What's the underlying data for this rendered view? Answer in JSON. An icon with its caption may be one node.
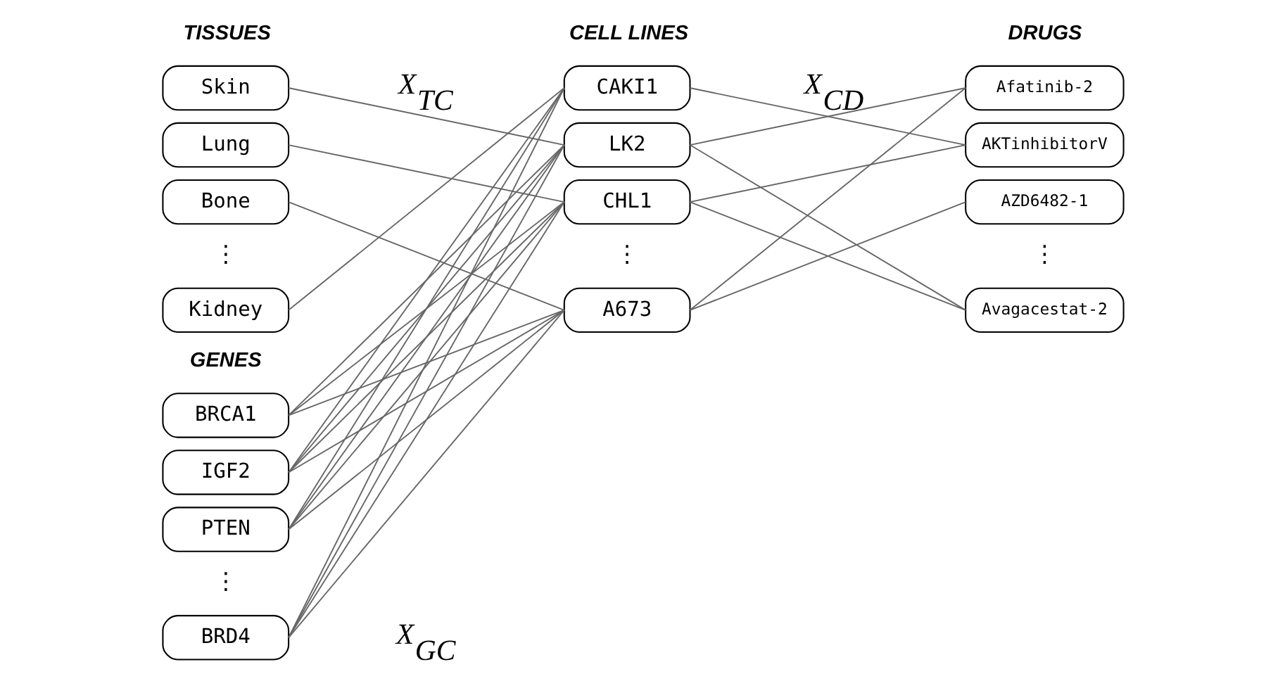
{
  "diagram": {
    "nodes": [
      {
        "text": [
          "Skin"
        ]
      },
      {
        "text": [
          "Lung"
        ]
      },
      {
        "text": [
          "Bone"
        ]
      },
      {
        "text": [
          "Kidney"
        ]
      },
      {
        "text": [
          "BRCA1"
        ]
      },
      {
        "text": [
          "IGF2"
        ]
      },
      {
        "text": [
          "PTEN"
        ]
      },
      {
        "text": [
          "BRD4"
        ]
      },
      {
        "text": [
          "CAKI1"
        ]
      },
      {
        "text": [
          "LK2"
        ]
      },
      {
        "text": [
          "CHL1"
        ]
      },
      {
        "text": [
          "A673"
        ]
      },
      {
        "text": [
          "Afatinib-2"
        ]
      },
      {
        "text": [
          "AKTinhibitorV"
        ]
      },
      {
        "text": [
          "AZD6482-1"
        ]
      },
      {
        "text": [
          "Avagacestat-2"
        ]
      }
    ],
    "edges": [
      {
        "from": 0,
        "to": 9,
        "arrow": "none"
      },
      {
        "from": 1,
        "to": 10,
        "arrow": "none"
      },
      {
        "from": 2,
        "to": 11,
        "arrow": "none"
      },
      {
        "from": 3,
        "to": 8,
        "arrow": "none"
      },
      {
        "from": 4,
        "to": 9,
        "arrow": "none"
      },
      {
        "from": 4,
        "to": 10,
        "arrow": "none"
      },
      {
        "from": 4,
        "to": 11,
        "arrow": "none"
      },
      {
        "from": 5,
        "to": 8,
        "arrow": "none"
      },
      {
        "from": 5,
        "to": 9,
        "arrow": "none"
      },
      {
        "from": 5,
        "to": 10,
        "arrow": "none"
      },
      {
        "from": 5,
        "to": 11,
        "arrow": "none"
      },
      {
        "from": 6,
        "to": 8,
        "arrow": "none"
      },
      {
        "from": 6,
        "to": 9,
        "arrow": "none"
      },
      {
        "from": 6,
        "to": 10,
        "arrow": "none"
      },
      {
        "from": 6,
        "to": 11,
        "arrow": "none"
      },
      {
        "from": 7,
        "to": 8,
        "arrow": "none"
      },
      {
        "from": 7,
        "to": 9,
        "arrow": "none"
      },
      {
        "from": 7,
        "to": 10,
        "arrow": "none"
      },
      {
        "from": 7,
        "to": 11,
        "arrow": "none"
      },
      {
        "from": 8,
        "to": 13,
        "arrow": "none"
      },
      {
        "from": 9,
        "to": 12,
        "arrow": "none"
      },
      {
        "from": 9,
        "to": 15,
        "arrow": "none"
      },
      {
        "from": 10,
        "to": 13,
        "arrow": "none"
      },
      {
        "from": 10,
        "to": 15,
        "arrow": "none"
      },
      {
        "from": 11,
        "to": 14,
        "arrow": "none"
      },
      {
        "from": 11,
        "to": 12,
        "arrow": "none"
      }
    ],
    "labels": [
      "TISSUES",
      "X$_{TC}$",
      "CELL LINES",
      "X$_{CD}$",
      "DRUGS",
      "⋮",
      "⋮",
      "⋮",
      "GENES",
      "⋮",
      "X$_{GC}$"
    ]
  }
}
